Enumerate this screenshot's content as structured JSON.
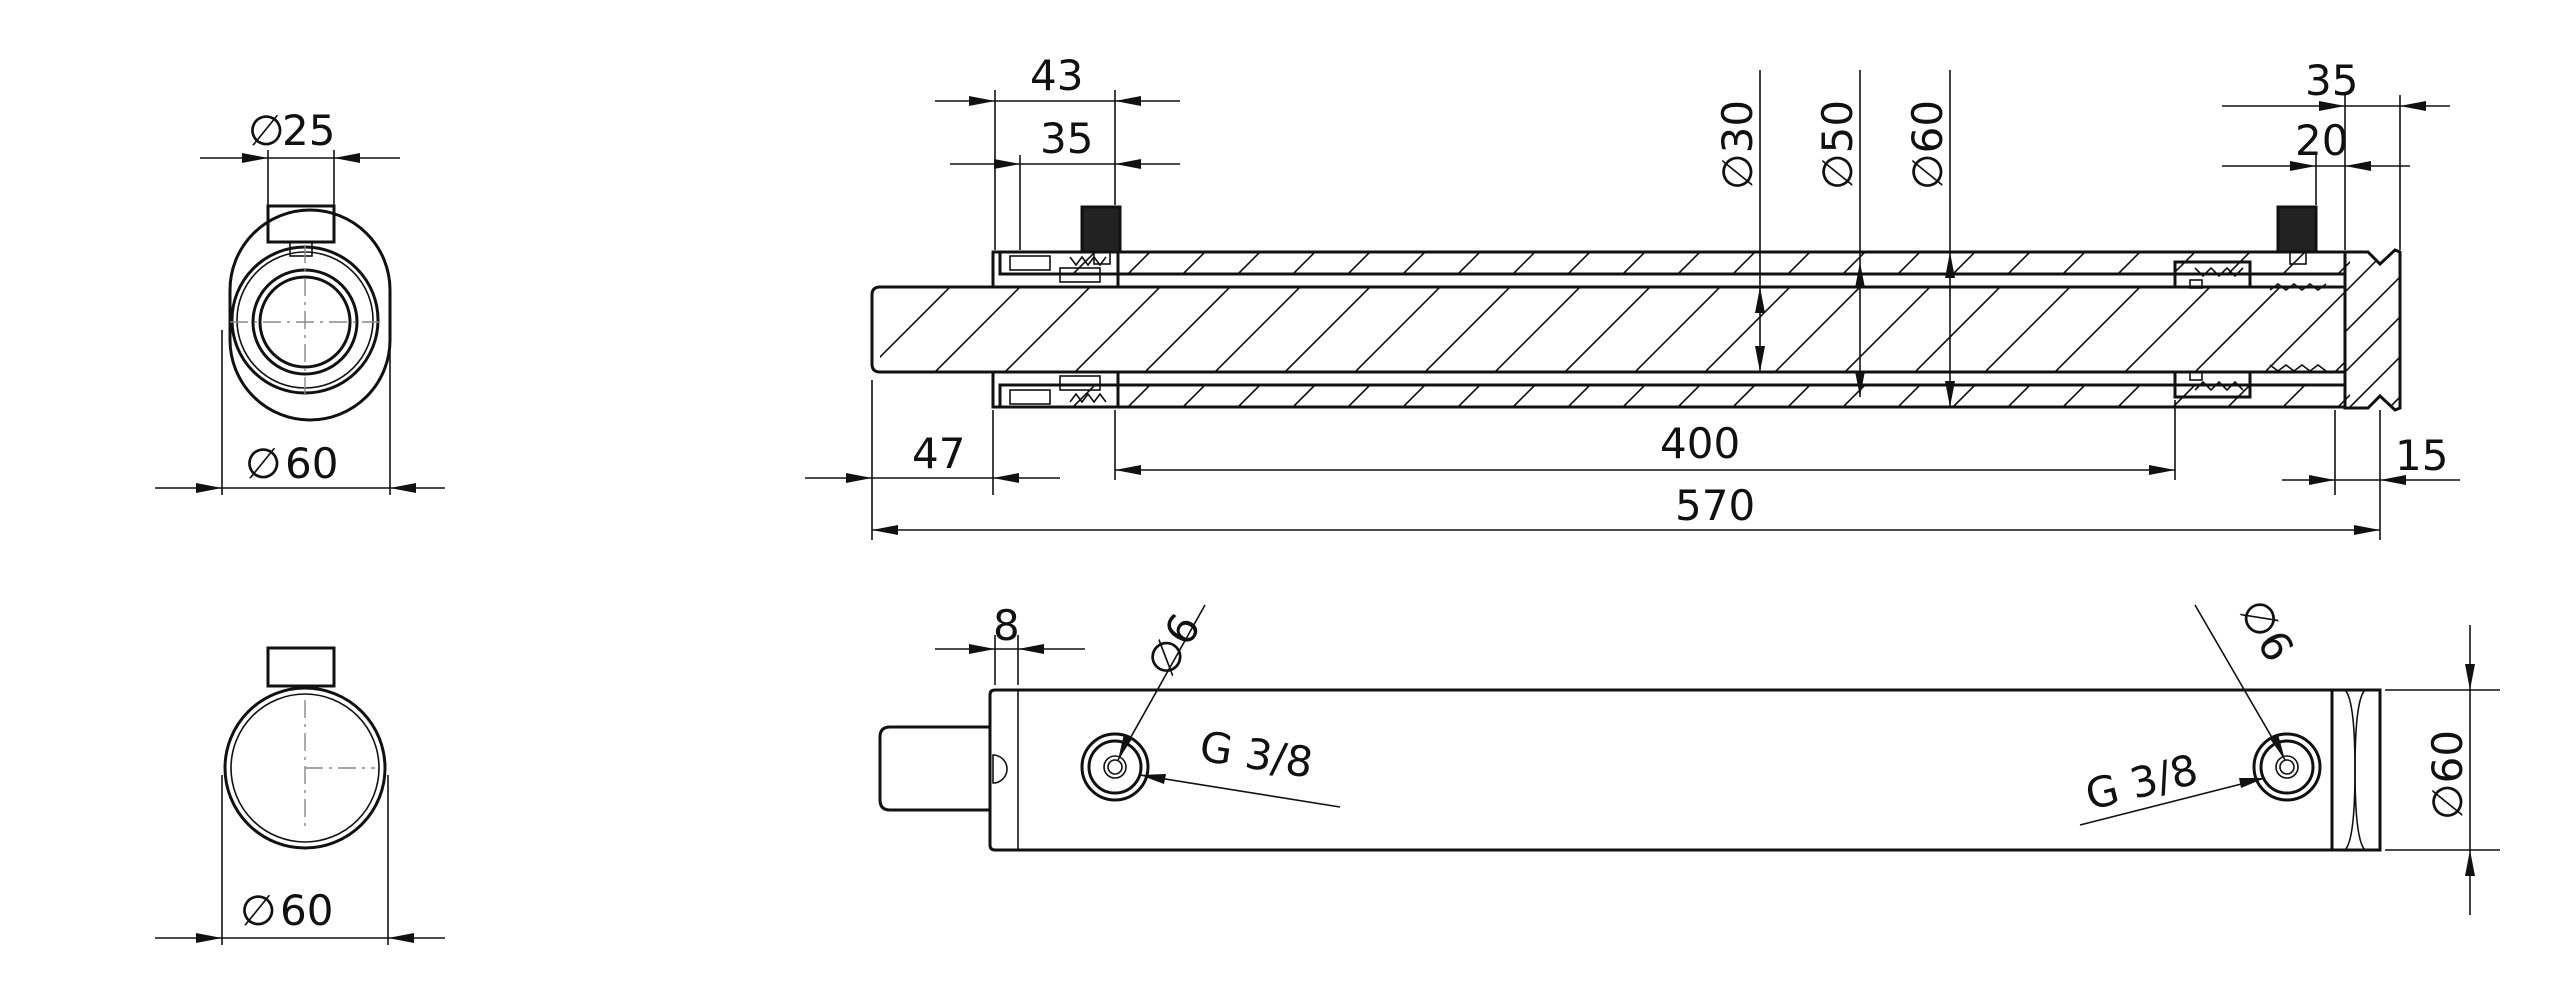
{
  "drawing": {
    "end_view_top": {
      "dia_rod": "25",
      "dia_body": "60"
    },
    "end_view_bottom": {
      "dia_body": "60"
    },
    "section_view": {
      "dim_43": "43",
      "dim_35_left": "35",
      "dim_35_right": "35",
      "dim_20": "20",
      "dia_30": "30",
      "dia_50": "50",
      "dia_60": "60",
      "dim_47": "47",
      "dim_400": "400",
      "dim_570": "570",
      "dim_15": "15",
      "dia_symbol": "∅"
    },
    "side_view": {
      "dim_8": "8",
      "port_dia_left": "6",
      "port_dia_right": "6",
      "port_thread_left": "G 3/8",
      "port_thread_right": "G 3/8",
      "dia_body": "60"
    }
  }
}
